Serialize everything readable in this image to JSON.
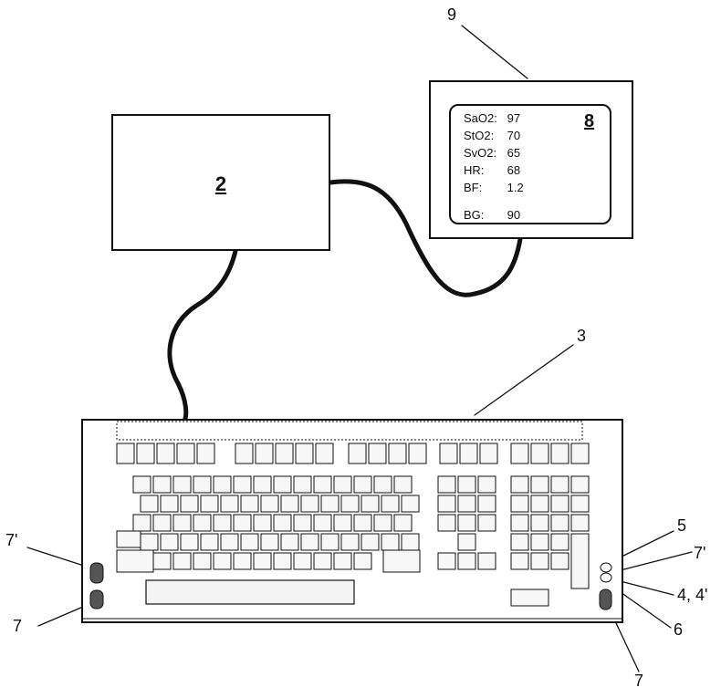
{
  "device_label": "2",
  "monitor": {
    "label": "8",
    "readings": [
      {
        "name": "SaO2:",
        "value": "97"
      },
      {
        "name": "StO2:",
        "value": "70"
      },
      {
        "name": "SvO2:",
        "value": "65"
      },
      {
        "name": "HR:",
        "value": "68"
      },
      {
        "name": "BF:",
        "value": "1.2"
      },
      {
        "name": "BG:",
        "value": "90"
      }
    ]
  },
  "refs": {
    "monitor": "9",
    "keyboard": "3",
    "sensor_upper": "5",
    "sensor_upper_right": "7'",
    "sensor_pair": "4, 4'",
    "sensor_mid": "6",
    "sensor_bottom_right": "7",
    "sensor_left_upper": "7'",
    "sensor_left_lower": "7"
  }
}
